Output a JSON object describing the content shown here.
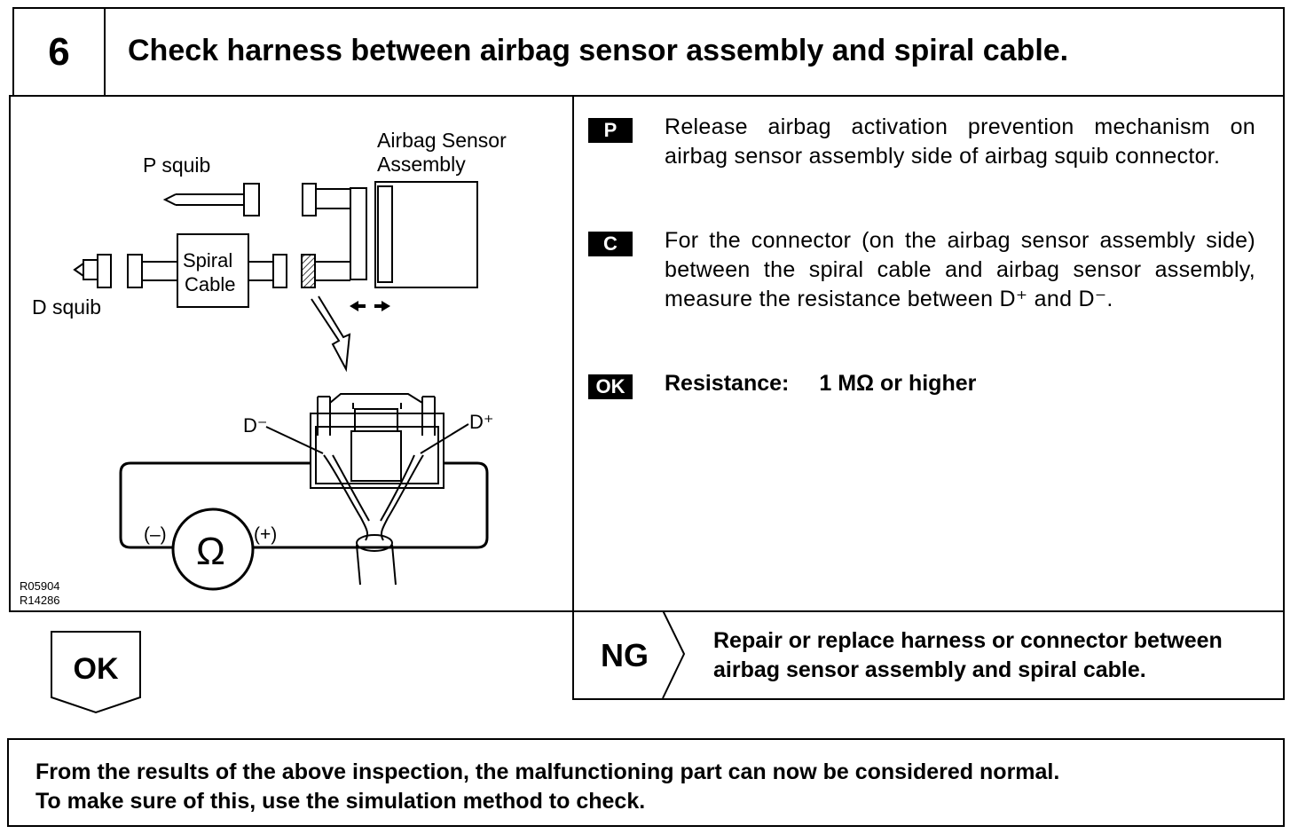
{
  "header": {
    "step_number": "6",
    "title": "Check harness between airbag sensor assembly and spiral cable."
  },
  "diagram": {
    "labels": {
      "airbag_sensor_line1": "Airbag Sensor",
      "airbag_sensor_line2": "Assembly",
      "p_squib": "P squib",
      "d_squib": "D squib",
      "spiral_line1": "Spiral",
      "spiral_line2": "Cable",
      "d_minus": "D⁻",
      "d_plus": "D⁺",
      "neg_terminal": "(–)",
      "pos_terminal": "(+)",
      "ohm_symbol": "Ω",
      "ref_code1": "R05904",
      "ref_code2": "R14286"
    }
  },
  "instructions": [
    {
      "tag": "P",
      "text": "Release airbag activation prevention mechanism on airbag sensor assembly side of airbag squib connector."
    },
    {
      "tag": "C",
      "text": "For the connector (on the airbag sensor assembly side) between the spiral cable and airbag sensor assembly, measure the resistance between D⁺ and D⁻."
    },
    {
      "tag": "OK",
      "spec_label": "Resistance:",
      "spec_value": "1 MΩ or higher"
    }
  ],
  "ok_result": {
    "label": "OK"
  },
  "ng_result": {
    "label": "NG",
    "text": "Repair or replace harness or connector between airbag sensor assembly and spiral cable."
  },
  "note": {
    "line1": "From the results of the above inspection, the malfunctioning part can now be considered normal.",
    "line2": "To make sure of this, use the simulation method to check."
  }
}
